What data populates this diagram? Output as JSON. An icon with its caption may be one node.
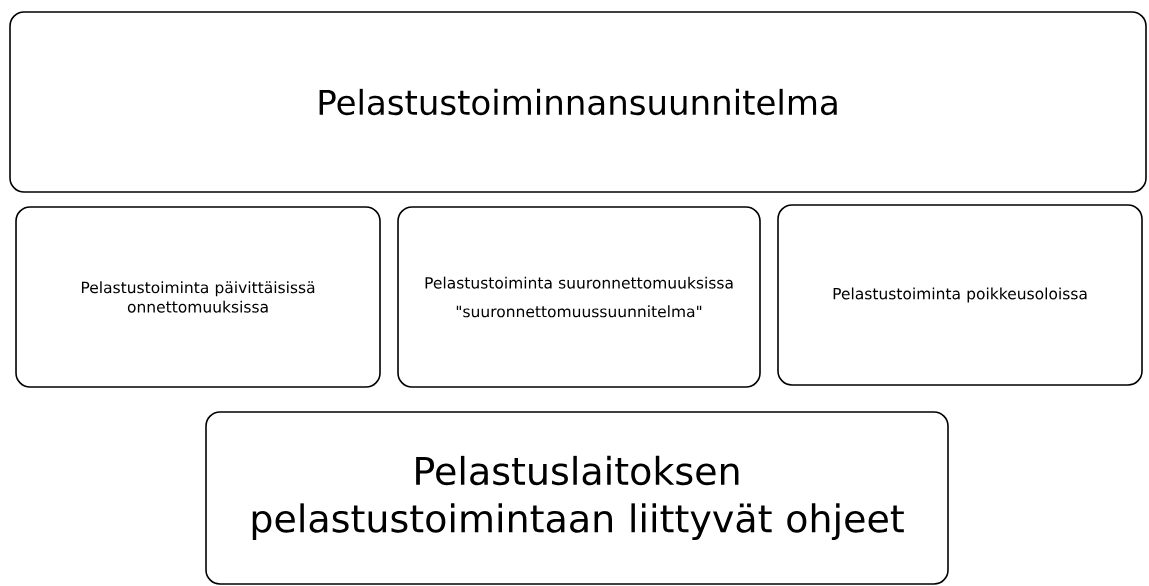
{
  "diagram": {
    "nodes": [
      {
        "text": [
          "Pelastustoiminnansuunnitelma"
        ]
      },
      {
        "text": [
          "Pelastustoiminta päivittäisissä onnettomuuksissa"
        ]
      },
      {
        "text": [
          "Pelastustoiminta suuronnettomuuksissa",
          "\"suuronnettomuussuunnitelma\""
        ]
      },
      {
        "text": [
          "Pelastustoiminta poikkeusoloissa"
        ]
      },
      {
        "text": [
          "Pelastuslaitoksen pelastustoimintaan liittyvät ohjeet"
        ]
      }
    ]
  }
}
